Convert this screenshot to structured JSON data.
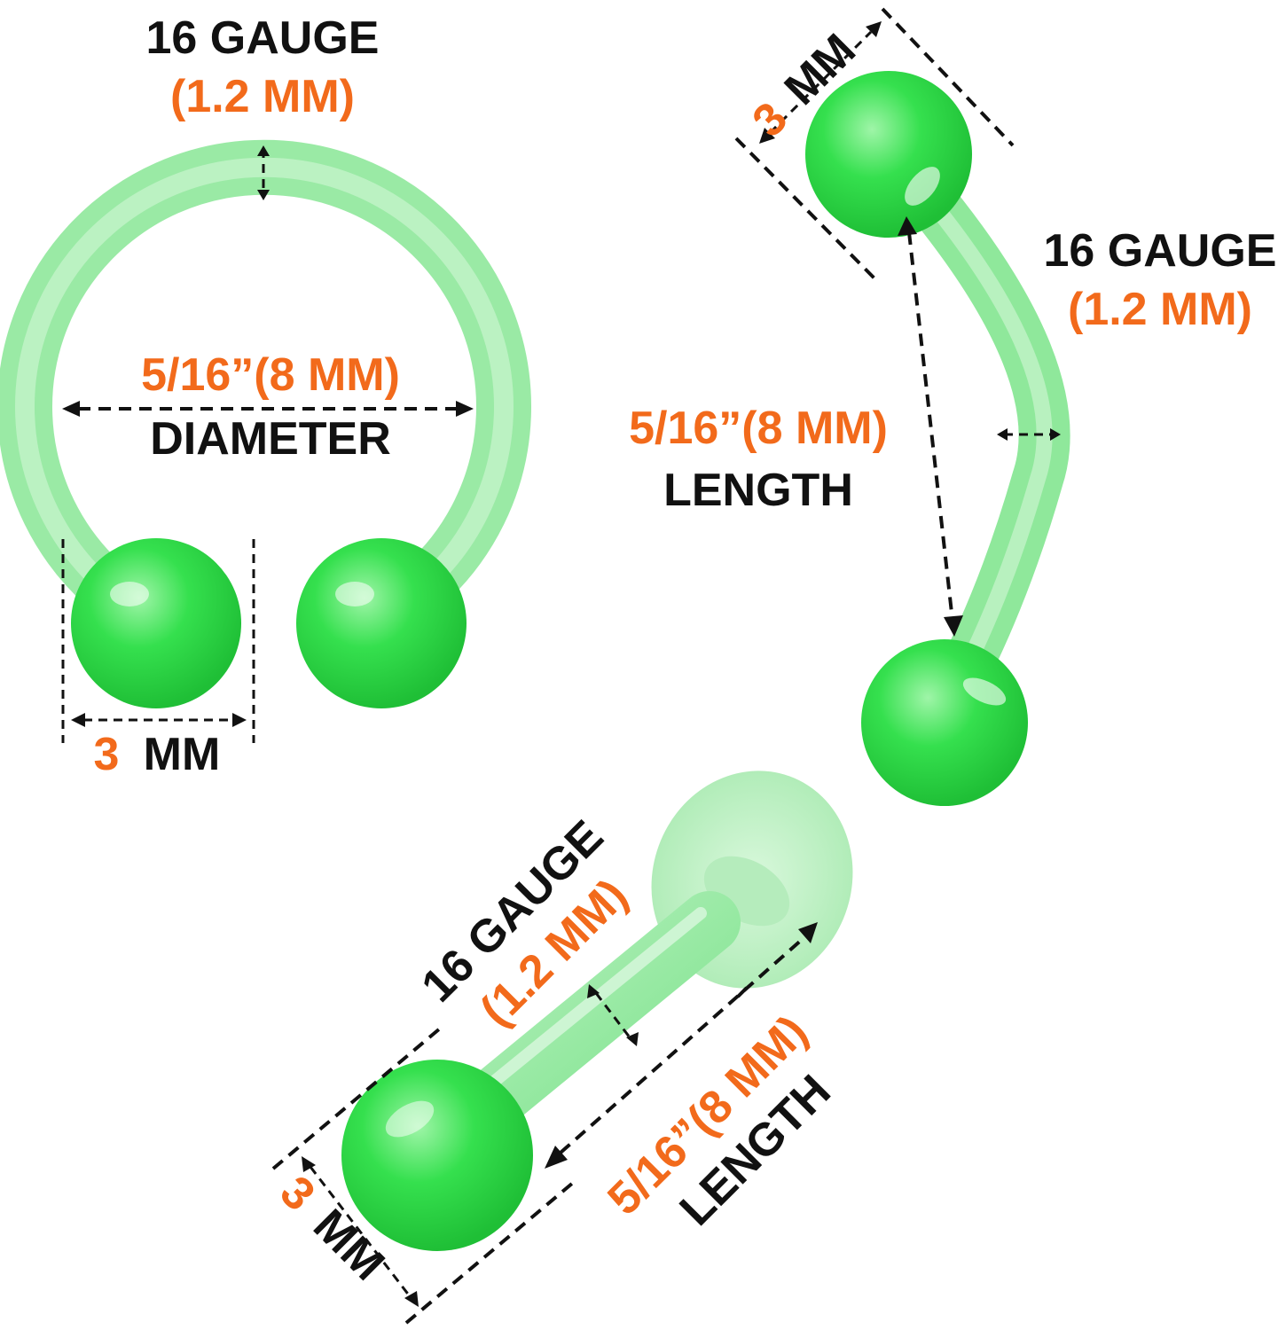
{
  "colors": {
    "label_black": "#111111",
    "label_orange": "#f26a1b",
    "acrylic_green": "#43e35c",
    "acrylic_green_light": "#bdf2c3",
    "ball_green": "#27d93f"
  },
  "horseshoe": {
    "gauge_label": "16 GAUGE",
    "gauge_mm": "(1.2 MM)",
    "diameter_value": "5/16”(8 MM)",
    "diameter_label": "DIAMETER",
    "ball_num": "3",
    "ball_unit": "MM"
  },
  "curved_barbell": {
    "ball_num": "3",
    "ball_unit": "MM",
    "gauge_label": "16 GAUGE",
    "gauge_mm": "(1.2 MM)",
    "length_value": "5/16”(8 MM)",
    "length_label": "LENGTH"
  },
  "labret": {
    "gauge_label": "16 GAUGE",
    "gauge_mm": "(1.2 MM)",
    "length_value": "5/16”(8 MM)",
    "length_label": "LENGTH",
    "ball_num": "3",
    "ball_unit": "MM"
  }
}
